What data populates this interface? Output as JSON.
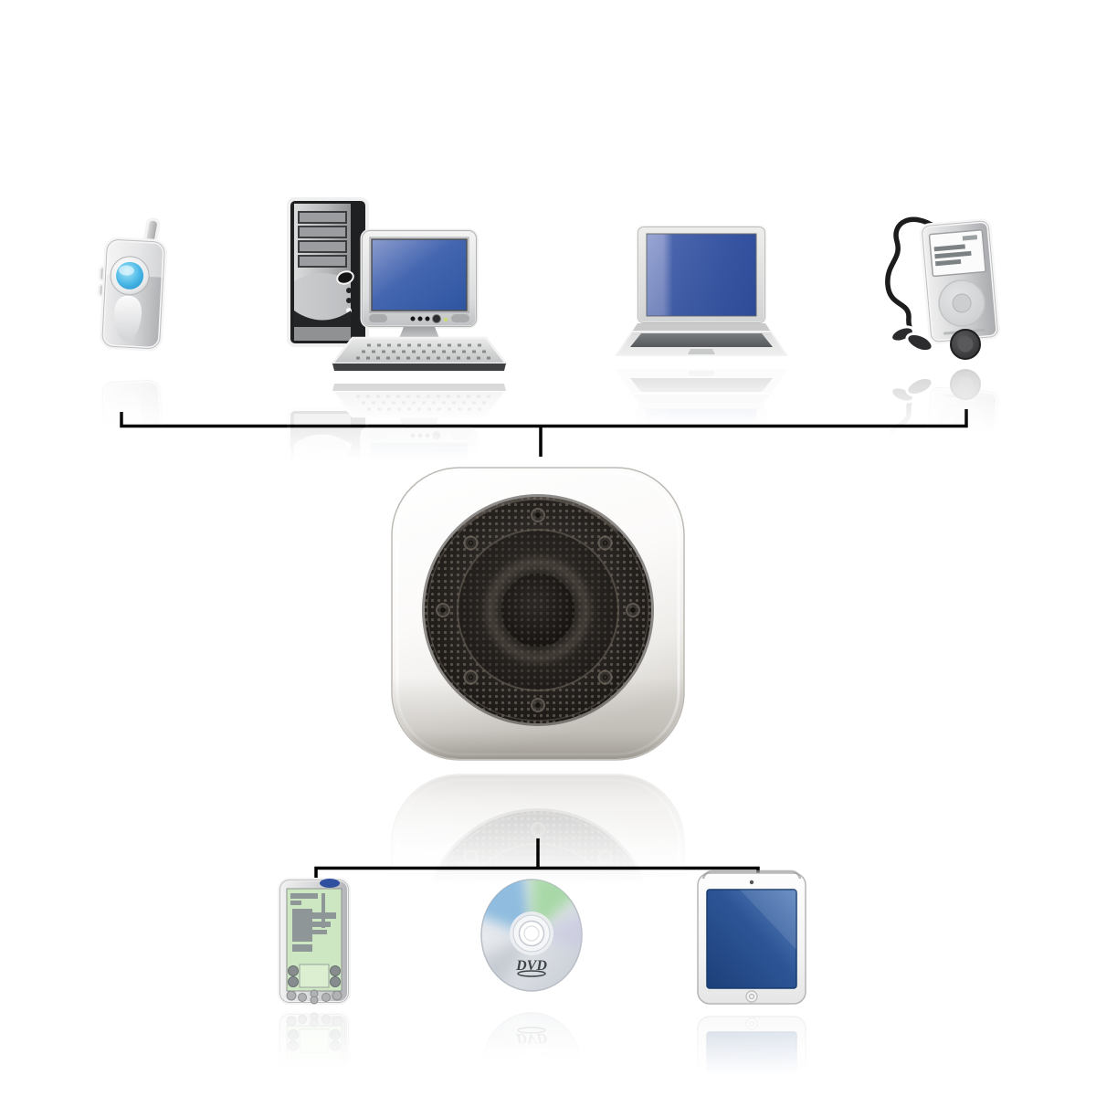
{
  "diagram": {
    "description": "Device compatibility diagram: source devices above connect through brackets to a central speaker, which connects to media devices below",
    "connector_color": "#000000",
    "top_row": {
      "items": [
        {
          "name": "mobile-phone",
          "icon": "mobile-phone-icon"
        },
        {
          "name": "desktop-computer",
          "icon": "desktop-computer-icon"
        },
        {
          "name": "laptop",
          "icon": "laptop-icon"
        },
        {
          "name": "mp3-player",
          "icon": "mp3-player-icon"
        }
      ]
    },
    "hub": {
      "name": "speaker",
      "icon": "speaker-icon"
    },
    "bottom_row": {
      "items": [
        {
          "name": "pda",
          "icon": "pda-icon"
        },
        {
          "name": "dvd-disc",
          "icon": "dvd-disc-icon",
          "text": "DVD"
        },
        {
          "name": "tablet",
          "icon": "tablet-icon"
        }
      ]
    },
    "colors": {
      "background": "#ffffff",
      "screen_blue": "#3c5fa9",
      "laptop_screen_band": "#97a4d2",
      "tablet_blue_dark": "#1c3f78",
      "tablet_blue_light": "#5e86bf",
      "pda_screen_green": "#cde7c3",
      "phone_button_blue": "#49b7e6",
      "disc_blue": "#7fb4dc",
      "disc_green": "#9ed69b",
      "speaker_grille_dark": "#191613",
      "speaker_body_white": "#fbfaf9",
      "connector_black": "#000000"
    }
  }
}
